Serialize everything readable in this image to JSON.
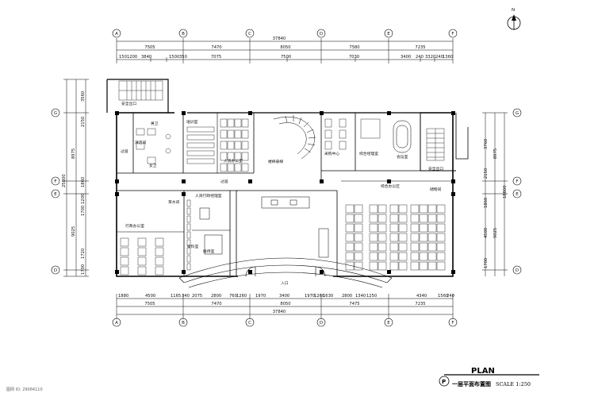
{
  "north": {
    "label": "N"
  },
  "axes_top": [
    "A",
    "B",
    "C",
    "D",
    "E",
    "F"
  ],
  "axes_bottom": [
    "A",
    "B",
    "C",
    "D",
    "E",
    "F"
  ],
  "axes_left": [
    "G",
    "F",
    "E",
    "D"
  ],
  "axes_right": [
    "G",
    "F",
    "E",
    "D"
  ],
  "dims_top": {
    "total": "37840",
    "bays": [
      "7505",
      "7470",
      "8050",
      "7580",
      "7235"
    ],
    "detail": [
      "150",
      "1200",
      "3840",
      "1500",
      "350",
      "7075",
      "7500",
      "7030",
      "3400",
      "240",
      "3320",
      "240",
      "1360"
    ]
  },
  "dims_bottom": {
    "detail": [
      "1880",
      "4500",
      "1165",
      "340",
      "2075",
      "2800",
      "760",
      "1260",
      "1970",
      "3400",
      "1970",
      "1260",
      "1630",
      "2800",
      "1340",
      "1250",
      "4340",
      "1560",
      "240"
    ],
    "bays": [
      "7505",
      "7470",
      "8050",
      "7475",
      "7235"
    ],
    "total": "37840"
  },
  "dims_left": {
    "outer": [
      "3560",
      "2150",
      "8975",
      "1860",
      "25800",
      "1200",
      "1700",
      "9025",
      "1720",
      "1700"
    ]
  },
  "dims_right": {
    "outer": [
      "3760",
      "8975",
      "2150",
      "1860",
      "18800",
      "4500",
      "9025",
      "1700"
    ]
  },
  "rooms": {
    "stair_exit_top": "安全出口",
    "toilet": "男卫",
    "cleaning": "清洁间",
    "female_toilet": "女卫",
    "corridor_left": "过道",
    "training": "培训室",
    "hr_office": "人资办公室",
    "lobby_stair": "楼梯悬梯",
    "purchasing": "采购中心",
    "general_manager": "综合经理室",
    "meeting": "会议室",
    "safety_exit": "安全出口",
    "corridor_center": "过道",
    "open_office": "综合办公区",
    "water_room": "茶水间",
    "hr_manager": "人资行政经理室",
    "admin_office": "行政办公室",
    "archive": "资料室",
    "reception_room": "接待室",
    "entrance": "入口",
    "storage": "储物间"
  },
  "title": {
    "main": "PLAN",
    "sub": "一层平面布置图",
    "scale": "SCALE 1:250",
    "symbol": "P"
  },
  "watermark": "图网 ID: 29084110"
}
